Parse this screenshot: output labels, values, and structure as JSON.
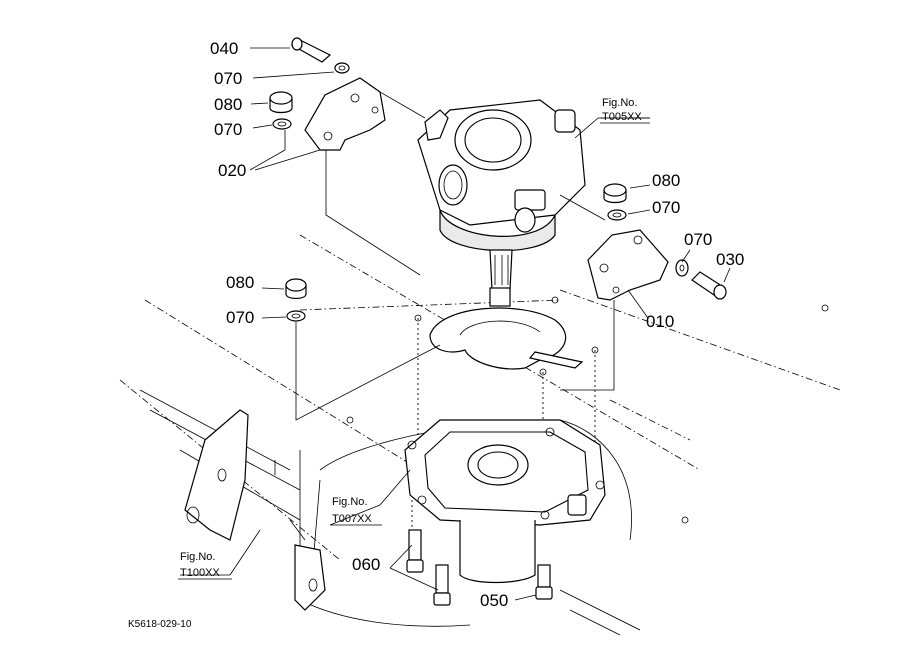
{
  "diagram": {
    "callouts": {
      "c040": "040",
      "c070a": "070",
      "c080a": "080",
      "c070b": "070",
      "c020": "020",
      "c080b": "080",
      "c070c": "070",
      "c070d": "070",
      "c030": "030",
      "c080c": "080",
      "c070e": "070",
      "c010": "010",
      "c060": "060",
      "c050": "050"
    },
    "fig_refs": {
      "fig1_label": "Fig.No.",
      "fig1_code": "T005XX",
      "fig2_label": "Fig.No.",
      "fig2_code": "T007XX",
      "fig3_label": "Fig.No.",
      "fig3_code": "T100XX"
    },
    "drawing_code": "K5618-029-10"
  }
}
